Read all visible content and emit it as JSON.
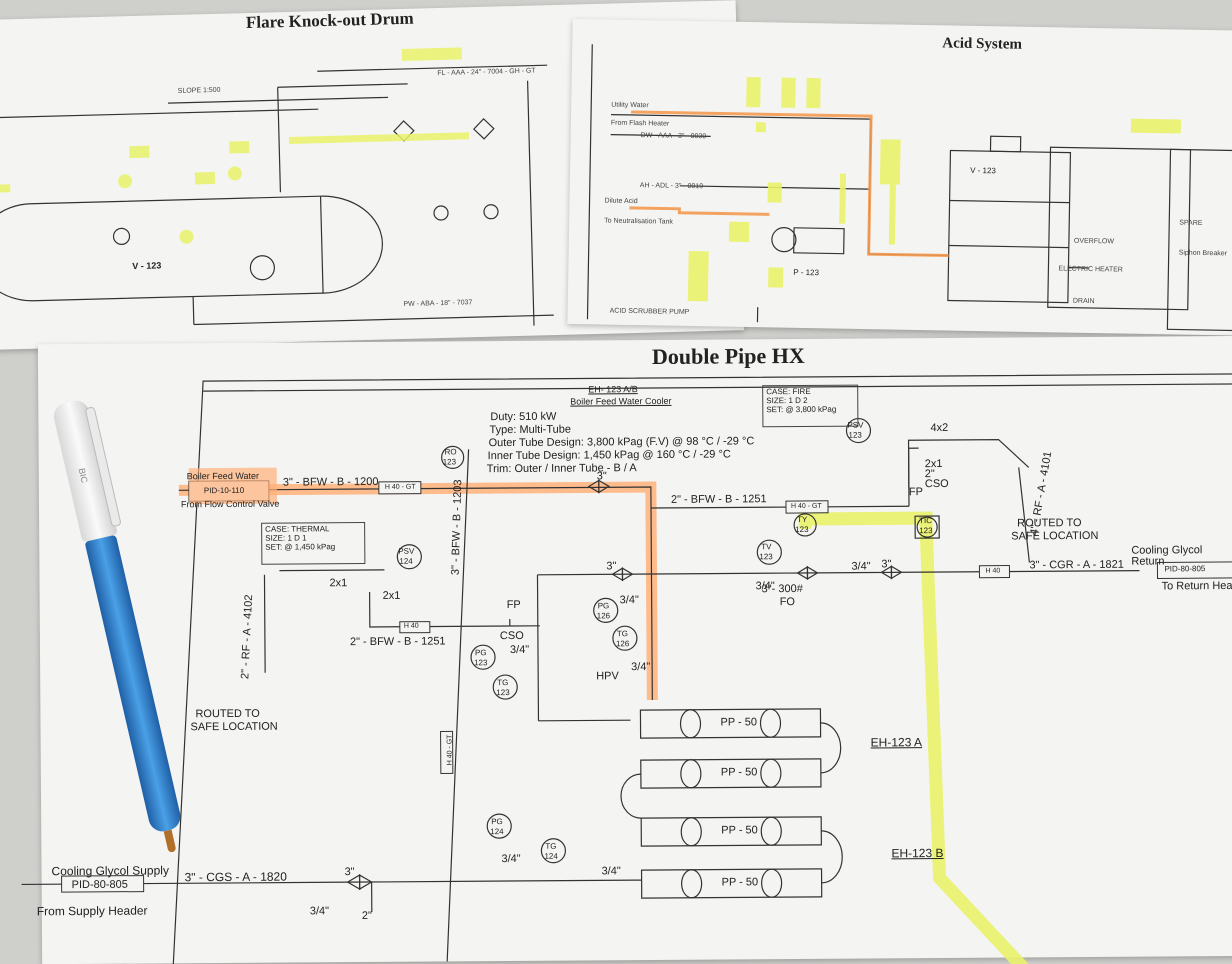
{
  "sheets": {
    "flare": {
      "title": "Flare Knock-out Drum",
      "vessel": "V - 123",
      "line_bottom": "PW - ABA - 18\" - 7037",
      "slope": "SLOPE 1:500",
      "line_top": "FL - AAA - 24\" - 7004 - GH - GT"
    },
    "acid": {
      "title": "Acid System",
      "pump": "P - 123",
      "pump_label": "ACID SCRUBBER PUMP",
      "vessel": "V - 123",
      "utility_water": "Utility Water",
      "from_flash": "From Flash Heater",
      "dilute_acid": "Dilute Acid",
      "to_neutralisation": "To Neutralisation Tank",
      "line_ah": "AH - ADL - 3\" - 0019",
      "line_dw": "DW - AAA - 3\" - 0030",
      "heater": "ELECTRIC HEATER",
      "overflow": "OVERFLOW",
      "drain": "DRAIN",
      "spare": "SPARE",
      "siphon": "Siphon Breaker"
    },
    "hx": {
      "title": "Double Pipe HX",
      "spec": {
        "tag": "EH- 123 A/B",
        "name": "Boiler Feed Water Cooler",
        "duty": "Duty: 510 kW",
        "type": "Type: Multi-Tube",
        "outer": "Outer Tube Design: 3,800 kPag (F.V) @ 98 °C / -29 °C",
        "inner": "Inner Tube Design: 1,450 kPag @ 160 °C / -29 °C",
        "trim": "Trim: Outer / Inner Tube - B / A"
      },
      "case_fire": [
        "CASE: FIRE",
        "SIZE: 1 D 2",
        "SET: @ 3,800 kPag"
      ],
      "case_thermal": [
        "CASE: THERMAL",
        "SIZE: 1 D 1",
        "SET: @ 1,450 kPag"
      ],
      "bfw_in": {
        "label": "Boiler Feed Water",
        "ref": "PID-10-110",
        "from": "From Flow Control Valve"
      },
      "line_bfw_1200": "3\" - BFW - B - 1200",
      "line_bfw_1251_top": "2\" - BFW - B - 1251",
      "line_bfw_1251_left": "2\" - BFW - B - 1251",
      "line_bfw_1203": "3\" - BFW - B - 1203",
      "line_rf_4101": "4\" - RF - A - 4101",
      "line_rf_4102": "2\" - RF - A - 4102",
      "line_cgr": "3\" - CGR - A - 1821",
      "line_cgs": "3\" - CGS - A - 1820",
      "routed_right": [
        "ROUTED TO",
        "SAFE LOCATION"
      ],
      "routed_left": [
        "ROUTED TO",
        "SAFE LOCATION"
      ],
      "glycol_return": {
        "label": "Cooling Glycol Return",
        "ref": "PID-80-805",
        "to": "To Return Header"
      },
      "glycol_supply": {
        "label": "Cooling Glycol Supply",
        "ref": "PID-80-805",
        "from": "From Supply Header"
      },
      "instruments": {
        "ro": "RO",
        "ro_n": "123",
        "psv_top": "PSV",
        "psv_top_n": "123",
        "psv_left": "PSV",
        "psv_left_n": "124",
        "ty": "TY",
        "ty_n": "123",
        "tic": "TIC",
        "tic_n": "123",
        "tv": "TV",
        "tv_n": "123",
        "pg126": "PG",
        "pg126_n": "126",
        "tg126": "TG",
        "tg126_n": "126",
        "pg123": "PG",
        "pg123_n": "123",
        "tg123": "TG",
        "tg123_n": "123",
        "pg124": "PG",
        "pg124_n": "124",
        "tg124": "TG",
        "tg124_n": "124"
      },
      "labels": {
        "hpv": "HPV",
        "cso": "CSO",
        "fp": "FP",
        "fo": "FO",
        "valve_300": "3\"- 300#",
        "s4x2": "4x2",
        "s2x1a": "2x1",
        "s2x1b": "2x1",
        "s2x1c": "2x1",
        "h40a": "H 40 - GT",
        "h40b": "H 40",
        "h40c": "H 40",
        "h40d": "H 40 - GT",
        "h40e": "H 40 - GT",
        "s3a": "3\"",
        "s3b": "3\"",
        "s3c": "3\"",
        "s3d": "3\"",
        "s2": "2\"",
        "s34a": "3/4\"",
        "s34b": "3/4\"",
        "s34c": "3/4\"",
        "s34d": "3/4\"",
        "s34e": "3/4\"",
        "s34f": "3/4\"",
        "s34g": "3/4\"",
        "s34h": "3/4\"",
        "cso2": "CSO",
        "fp2": "FP",
        "cso_fp_2": "2\""
      },
      "pp": [
        "PP - 50",
        "PP - 50",
        "PP - 50",
        "PP - 50"
      ],
      "eh_a": "EH-123 A",
      "eh_b": "EH-123 B"
    }
  },
  "pen": {
    "brand": "BIC"
  },
  "colors": {
    "paper": "#f4f4f2",
    "ink": "#222222",
    "hl_yellow": "#e9f26a",
    "hl_orange": "#ffb07a",
    "pen_blue": "#3a8ad4"
  }
}
